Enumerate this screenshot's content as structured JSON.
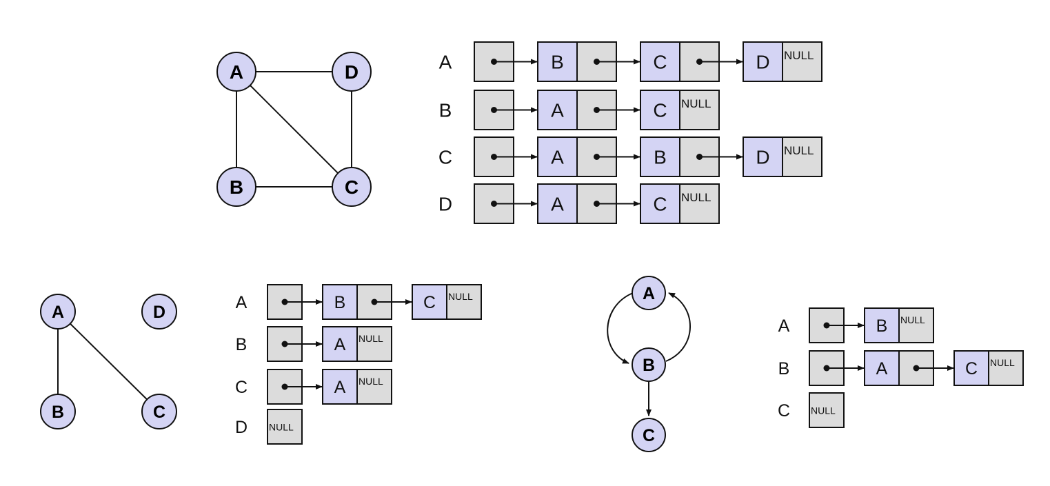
{
  "colors": {
    "node_fill": "#d4d4f4",
    "cell_gray": "#dcdcdc",
    "stroke": "#111111",
    "background": "#ffffff"
  },
  "null_label": "NULL",
  "graphs": [
    {
      "id": "undirected-4",
      "kind": "undirected",
      "nodes": [
        "A",
        "B",
        "C",
        "D"
      ],
      "edges": [
        [
          "A",
          "D"
        ],
        [
          "A",
          "B"
        ],
        [
          "A",
          "C"
        ],
        [
          "B",
          "C"
        ],
        [
          "D",
          "C"
        ]
      ]
    },
    {
      "id": "undirected-isolated",
      "kind": "undirected",
      "nodes": [
        "A",
        "B",
        "C",
        "D"
      ],
      "edges": [
        [
          "A",
          "B"
        ],
        [
          "A",
          "C"
        ]
      ]
    },
    {
      "id": "directed-3",
      "kind": "directed",
      "nodes": [
        "A",
        "B",
        "C"
      ],
      "edges": [
        [
          "A",
          "B"
        ],
        [
          "B",
          "A"
        ],
        [
          "B",
          "C"
        ]
      ]
    }
  ],
  "adjacency_lists": [
    {
      "graph": "undirected-4",
      "rows": [
        {
          "vertex": "A",
          "list": [
            "B",
            "C",
            "D"
          ]
        },
        {
          "vertex": "B",
          "list": [
            "A",
            "C"
          ]
        },
        {
          "vertex": "C",
          "list": [
            "A",
            "B",
            "D"
          ]
        },
        {
          "vertex": "D",
          "list": [
            "A",
            "C"
          ]
        }
      ]
    },
    {
      "graph": "undirected-isolated",
      "rows": [
        {
          "vertex": "A",
          "list": [
            "B",
            "C"
          ]
        },
        {
          "vertex": "B",
          "list": [
            "A"
          ]
        },
        {
          "vertex": "C",
          "list": [
            "A"
          ]
        },
        {
          "vertex": "D",
          "list": []
        }
      ]
    },
    {
      "graph": "directed-3",
      "rows": [
        {
          "vertex": "A",
          "list": [
            "B"
          ]
        },
        {
          "vertex": "B",
          "list": [
            "A",
            "C"
          ]
        },
        {
          "vertex": "C",
          "list": []
        }
      ]
    }
  ]
}
